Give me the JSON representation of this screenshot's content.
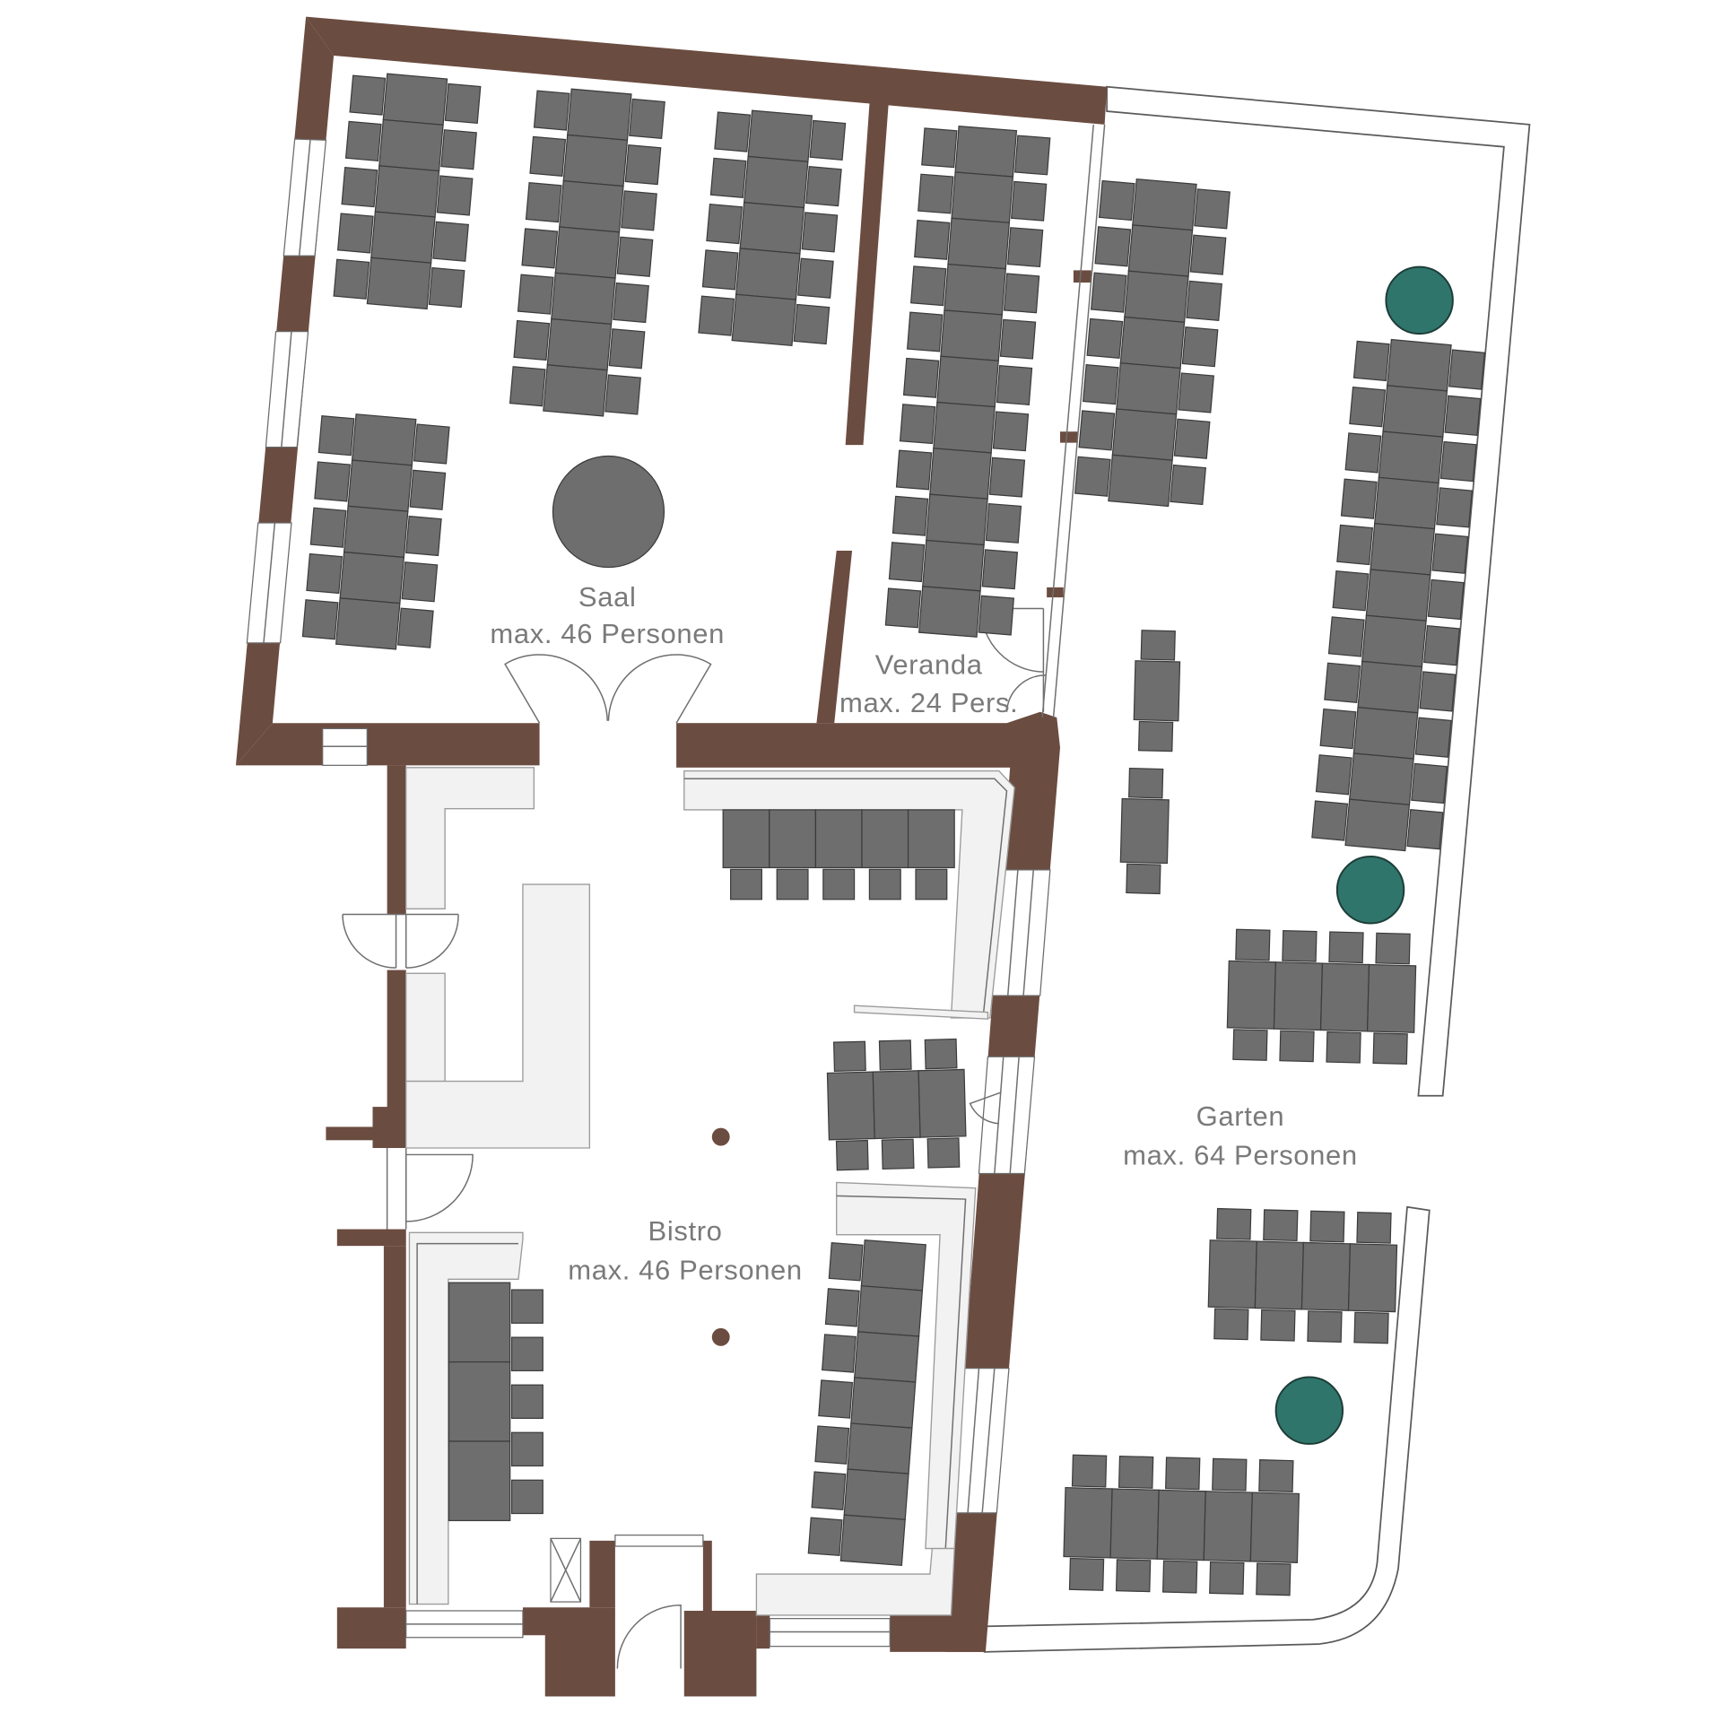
{
  "rooms": {
    "saal": {
      "name": "Saal",
      "capacity": "max. 46 Personen"
    },
    "veranda": {
      "name": "Veranda",
      "capacity": "max. 24 Pers."
    },
    "garten": {
      "name": "Garten",
      "capacity": "max. 64 Personen"
    },
    "bistro": {
      "name": "Bistro",
      "capacity": "max. 46 Personen"
    }
  },
  "colors": {
    "wall": "#6b4c40",
    "table": "#6e6e6e",
    "plant": "#2f756b",
    "counter": "#f2f2f2",
    "label": "#7a7a7a"
  }
}
